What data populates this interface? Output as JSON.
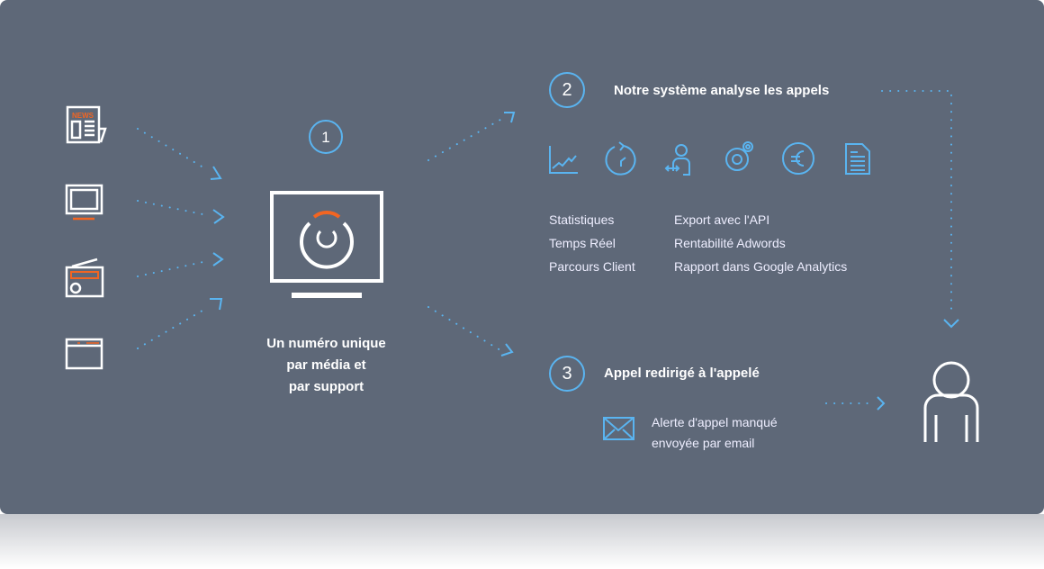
{
  "colors": {
    "background": "#5e6878",
    "accent_blue": "#5ab4f0",
    "accent_orange": "#f26522"
  },
  "media_icons": [
    "newspaper-icon",
    "tv-icon",
    "radio-icon",
    "web-browser-icon"
  ],
  "newspaper_label": "NEWS",
  "step1": {
    "number": "1",
    "caption_lines": [
      "Un numéro unique",
      "par média et",
      "par support"
    ]
  },
  "step2": {
    "number": "2",
    "title": "Notre système analyse les appels",
    "icons": [
      "chart-icon",
      "realtime-clock-icon",
      "user-api-icon",
      "gears-icon",
      "euro-icon",
      "document-icon"
    ],
    "features_left": [
      "Statistiques",
      "Temps Réel",
      "Parcours Client"
    ],
    "features_right": [
      "Export avec l'API",
      "Rentabilité Adwords",
      "Rapport dans Google Analytics"
    ]
  },
  "step3": {
    "number": "3",
    "title": "Appel redirigé à l'appelé",
    "alert_lines": [
      "Alerte d'appel manqué",
      "envoyée par email"
    ]
  }
}
